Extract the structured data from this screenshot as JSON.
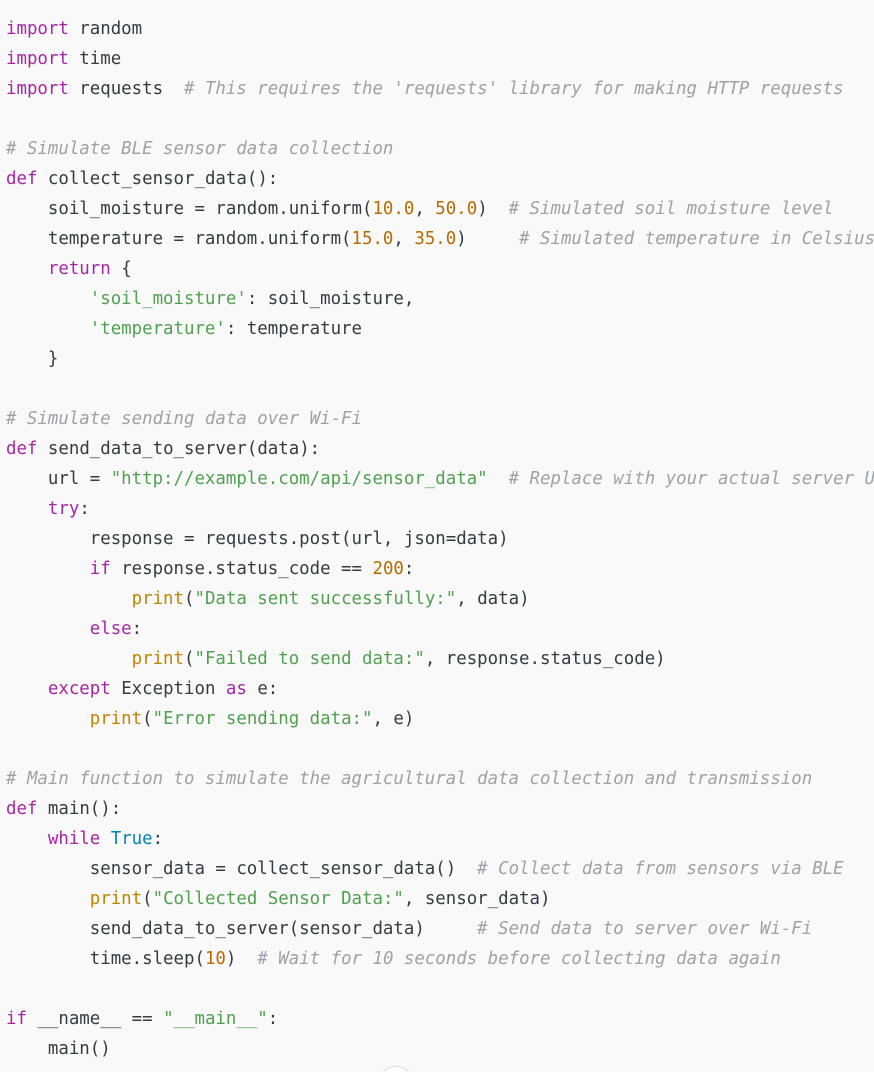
{
  "code": {
    "language": "python",
    "colors": {
      "background": "#f9f9f9",
      "keyword": "#a626a4",
      "builtin": "#c18401",
      "function": "#4078f2",
      "string": "#50a14f",
      "number": "#b76b01",
      "comment": "#a0a1a7",
      "constant": "#0184bc",
      "plain": "#383a42"
    },
    "lines": [
      [
        [
          "keyword",
          "import"
        ],
        [
          "plain",
          " random"
        ]
      ],
      [
        [
          "keyword",
          "import"
        ],
        [
          "plain",
          " time"
        ]
      ],
      [
        [
          "keyword",
          "import"
        ],
        [
          "plain",
          " requests  "
        ],
        [
          "comment",
          "# This requires the 'requests' library for making HTTP requests"
        ]
      ],
      [],
      [
        [
          "comment",
          "# Simulate BLE sensor data collection"
        ]
      ],
      [
        [
          "keyword",
          "def"
        ],
        [
          "plain",
          " "
        ],
        [
          "function",
          "collect_sensor_data"
        ],
        [
          "plain",
          "():"
        ]
      ],
      [
        [
          "plain",
          "    soil_moisture = random.uniform("
        ],
        [
          "number",
          "10.0"
        ],
        [
          "plain",
          ", "
        ],
        [
          "number",
          "50.0"
        ],
        [
          "plain",
          ")  "
        ],
        [
          "comment",
          "# Simulated soil moisture level"
        ]
      ],
      [
        [
          "plain",
          "    temperature = random.uniform("
        ],
        [
          "number",
          "15.0"
        ],
        [
          "plain",
          ", "
        ],
        [
          "number",
          "35.0"
        ],
        [
          "plain",
          ")     "
        ],
        [
          "comment",
          "# Simulated temperature in Celsius"
        ]
      ],
      [
        [
          "plain",
          "    "
        ],
        [
          "keyword",
          "return"
        ],
        [
          "plain",
          " {"
        ]
      ],
      [
        [
          "plain",
          "        "
        ],
        [
          "string",
          "'soil_moisture'"
        ],
        [
          "plain",
          ": soil_moisture,"
        ]
      ],
      [
        [
          "plain",
          "        "
        ],
        [
          "string",
          "'temperature'"
        ],
        [
          "plain",
          ": temperature"
        ]
      ],
      [
        [
          "plain",
          "    }"
        ]
      ],
      [],
      [
        [
          "comment",
          "# Simulate sending data over Wi-Fi"
        ]
      ],
      [
        [
          "keyword",
          "def"
        ],
        [
          "plain",
          " "
        ],
        [
          "function",
          "send_data_to_server"
        ],
        [
          "plain",
          "(data):"
        ]
      ],
      [
        [
          "plain",
          "    url = "
        ],
        [
          "string",
          "\"http://example.com/api/sensor_data\""
        ],
        [
          "plain",
          "  "
        ],
        [
          "comment",
          "# Replace with your actual server URL"
        ]
      ],
      [
        [
          "plain",
          "    "
        ],
        [
          "keyword",
          "try"
        ],
        [
          "plain",
          ":"
        ]
      ],
      [
        [
          "plain",
          "        response = requests.post(url, json=data)"
        ]
      ],
      [
        [
          "plain",
          "        "
        ],
        [
          "keyword",
          "if"
        ],
        [
          "plain",
          " response.status_code == "
        ],
        [
          "number",
          "200"
        ],
        [
          "plain",
          ":"
        ]
      ],
      [
        [
          "plain",
          "            "
        ],
        [
          "builtin",
          "print"
        ],
        [
          "plain",
          "("
        ],
        [
          "string",
          "\"Data sent successfully:\""
        ],
        [
          "plain",
          ", data)"
        ]
      ],
      [
        [
          "plain",
          "        "
        ],
        [
          "keyword",
          "else"
        ],
        [
          "plain",
          ":"
        ]
      ],
      [
        [
          "plain",
          "            "
        ],
        [
          "builtin",
          "print"
        ],
        [
          "plain",
          "("
        ],
        [
          "string",
          "\"Failed to send data:\""
        ],
        [
          "plain",
          ", response.status_code)"
        ]
      ],
      [
        [
          "plain",
          "    "
        ],
        [
          "keyword",
          "except"
        ],
        [
          "plain",
          " Exception "
        ],
        [
          "keyword",
          "as"
        ],
        [
          "plain",
          " e:"
        ]
      ],
      [
        [
          "plain",
          "        "
        ],
        [
          "builtin",
          "print"
        ],
        [
          "plain",
          "("
        ],
        [
          "string",
          "\"Error sending data:\""
        ],
        [
          "plain",
          ", e)"
        ]
      ],
      [],
      [
        [
          "comment",
          "# Main function to simulate the agricultural data collection and transmission"
        ]
      ],
      [
        [
          "keyword",
          "def"
        ],
        [
          "plain",
          " "
        ],
        [
          "function",
          "main"
        ],
        [
          "plain",
          "():"
        ]
      ],
      [
        [
          "plain",
          "    "
        ],
        [
          "keyword",
          "while"
        ],
        [
          "plain",
          " "
        ],
        [
          "const",
          "True"
        ],
        [
          "plain",
          ":"
        ]
      ],
      [
        [
          "plain",
          "        sensor_data = collect_sensor_data()  "
        ],
        [
          "comment",
          "# Collect data from sensors via BLE"
        ]
      ],
      [
        [
          "plain",
          "        "
        ],
        [
          "builtin",
          "print"
        ],
        [
          "plain",
          "("
        ],
        [
          "string",
          "\"Collected Sensor Data:\""
        ],
        [
          "plain",
          ", sensor_data)"
        ]
      ],
      [
        [
          "plain",
          "        send_data_to_server(sensor_data)     "
        ],
        [
          "comment",
          "# Send data to server over Wi-Fi"
        ]
      ],
      [
        [
          "plain",
          "        time.sleep("
        ],
        [
          "number",
          "10"
        ],
        [
          "plain",
          ")  "
        ],
        [
          "comment",
          "# Wait for 10 seconds before collecting data again"
        ]
      ],
      [],
      [
        [
          "keyword",
          "if"
        ],
        [
          "plain",
          " __name__ == "
        ],
        [
          "string",
          "\"__main__\""
        ],
        [
          "plain",
          ":"
        ]
      ],
      [
        [
          "plain",
          "    main()"
        ]
      ]
    ]
  }
}
